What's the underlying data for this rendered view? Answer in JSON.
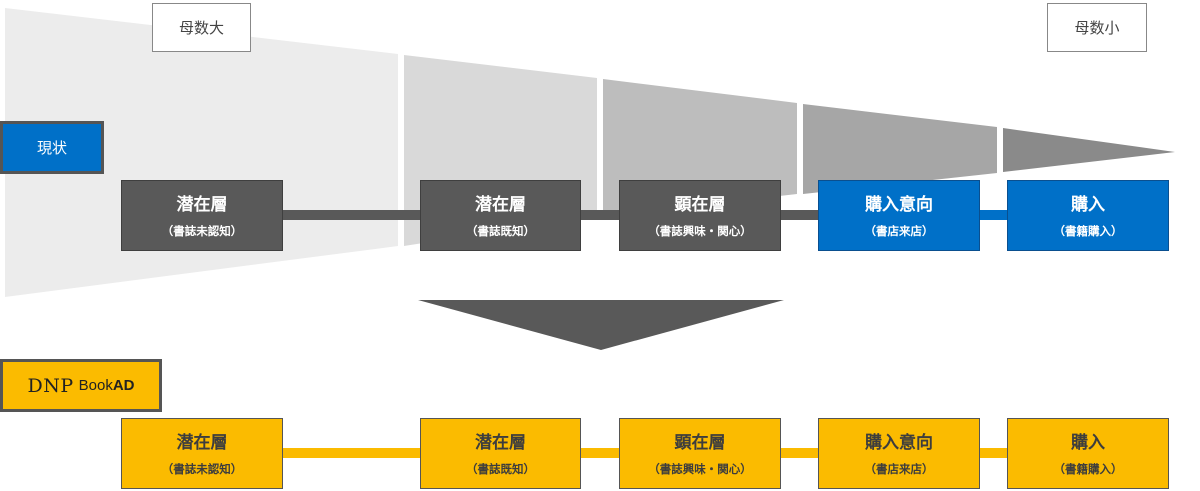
{
  "labels": {
    "large": "母数大",
    "small": "母数小"
  },
  "rows": {
    "current": {
      "tag": "現状",
      "stages": [
        {
          "title": "潜在層",
          "sub": "（書誌未認知）"
        },
        {
          "title": "潜在層",
          "sub": "（書誌既知）"
        },
        {
          "title": "顕在層",
          "sub": "（書誌興味・関心）"
        },
        {
          "title": "購入意向",
          "sub": "（書店来店）"
        },
        {
          "title": "購入",
          "sub": "（書籍購入）"
        }
      ]
    },
    "dnp": {
      "tag_main": "DNP",
      "tag_book": "Book",
      "tag_ad": "AD",
      "stages": [
        {
          "title": "潜在層",
          "sub": "（書誌未認知）"
        },
        {
          "title": "潜在層",
          "sub": "（書誌既知）"
        },
        {
          "title": "顕在層",
          "sub": "（書誌興味・関心）"
        },
        {
          "title": "購入意向",
          "sub": "（書店来店）"
        },
        {
          "title": "購入",
          "sub": "（書籍購入）"
        }
      ]
    }
  },
  "colors": {
    "blue": "#0070c8",
    "yellow": "#fbbb00",
    "dark": "#595959"
  }
}
